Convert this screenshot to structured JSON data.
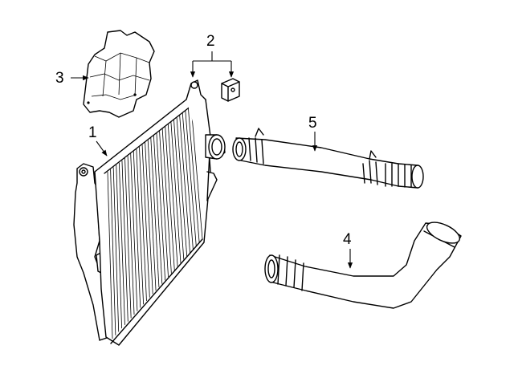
{
  "diagram": {
    "callouts": [
      {
        "id": "1",
        "label": "1",
        "part": "charge-air-cooler"
      },
      {
        "id": "2",
        "label": "2",
        "part": "insulators"
      },
      {
        "id": "3",
        "label": "3",
        "part": "deflector"
      },
      {
        "id": "4",
        "label": "4",
        "part": "inlet-tube"
      },
      {
        "id": "5",
        "label": "5",
        "part": "outlet-tube"
      }
    ]
  }
}
